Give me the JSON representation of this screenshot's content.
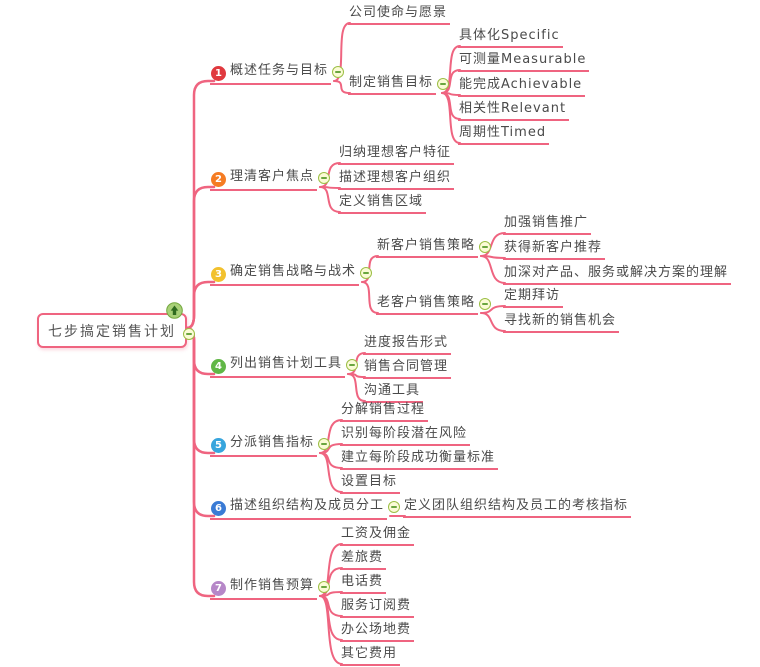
{
  "colors": {
    "branch_line": "#ef6480",
    "root_border": "#ef6480",
    "text": "#4a4a4a",
    "collapse_ring": "#9cbf45",
    "collapse_fill": "#fbfbd6",
    "arrow_icon_green": "#6ba33c",
    "marker_colors": [
      "#e0393e",
      "#f57c23",
      "#f2c12e",
      "#61b746",
      "#37a5dd",
      "#3a7bd5",
      "#b687c8"
    ]
  },
  "root": {
    "label": "七步搞定销售计划"
  },
  "branches": [
    {
      "marker": "1",
      "label": "概述任务与目标",
      "children": [
        {
          "label": "公司使命与愿景"
        },
        {
          "label": "制定销售目标",
          "children": [
            {
              "label": "具体化Specific"
            },
            {
              "label": "可测量Measurable"
            },
            {
              "label": "能完成Achievable"
            },
            {
              "label": "相关性Relevant"
            },
            {
              "label": "周期性Timed"
            }
          ]
        }
      ]
    },
    {
      "marker": "2",
      "label": "理清客户焦点",
      "children": [
        {
          "label": "归纳理想客户特征"
        },
        {
          "label": "描述理想客户组织"
        },
        {
          "label": "定义销售区域"
        }
      ]
    },
    {
      "marker": "3",
      "label": "确定销售战略与战术",
      "children": [
        {
          "label": "新客户销售策略",
          "children": [
            {
              "label": "加强销售推广"
            },
            {
              "label": "获得新客户推荐"
            },
            {
              "label": "加深对产品、服务或解决方案的理解"
            }
          ]
        },
        {
          "label": "老客户销售策略",
          "children": [
            {
              "label": "定期拜访"
            },
            {
              "label": "寻找新的销售机会"
            }
          ]
        }
      ]
    },
    {
      "marker": "4",
      "label": "列出销售计划工具",
      "children": [
        {
          "label": "进度报告形式"
        },
        {
          "label": "销售合同管理"
        },
        {
          "label": "沟通工具"
        }
      ]
    },
    {
      "marker": "5",
      "label": "分派销售指标",
      "children": [
        {
          "label": "分解销售过程"
        },
        {
          "label": "识别每阶段潜在风险"
        },
        {
          "label": "建立每阶段成功衡量标准"
        },
        {
          "label": "设置目标"
        }
      ]
    },
    {
      "marker": "6",
      "label": "描述组织结构及成员分工",
      "children": [
        {
          "label": "定义团队组织结构及员工的考核指标"
        }
      ]
    },
    {
      "marker": "7",
      "label": "制作销售预算",
      "children": [
        {
          "label": "工资及佣金"
        },
        {
          "label": "差旅费"
        },
        {
          "label": "电话费"
        },
        {
          "label": "服务订阅费"
        },
        {
          "label": "办公场地费"
        },
        {
          "label": "其它费用"
        }
      ]
    }
  ]
}
